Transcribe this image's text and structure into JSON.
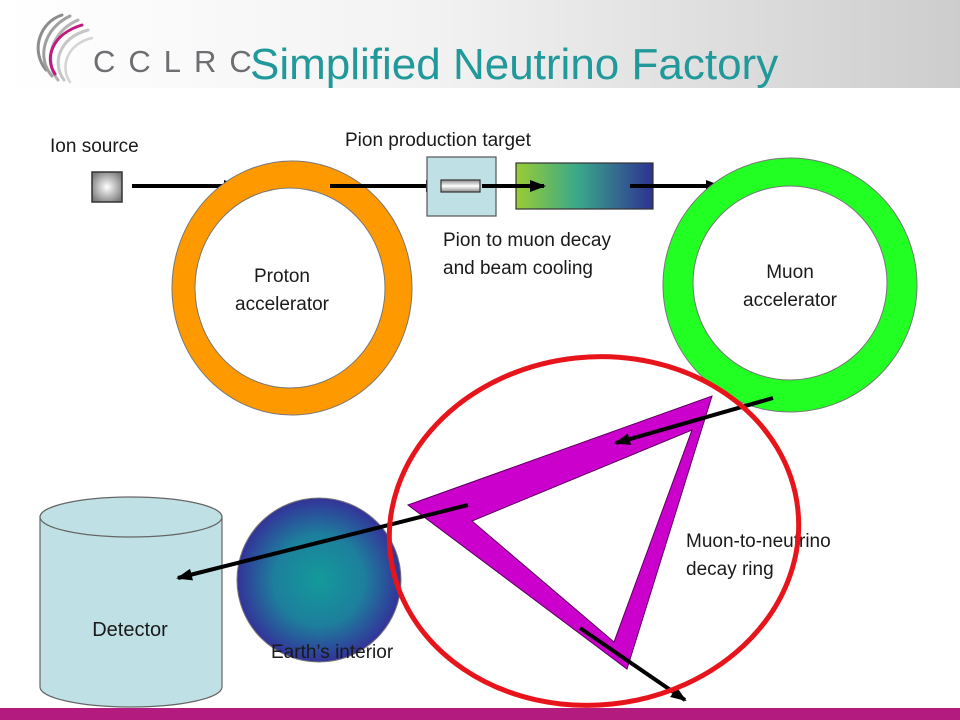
{
  "slide": {
    "title": "Simplified Neutrino Factory",
    "logo_text": "CCLRC"
  },
  "labels": {
    "ion_source": "Ion source",
    "pion_target": "Pion production target",
    "proton_accelerator": [
      "Proton",
      "accelerator"
    ],
    "decay_cooling": [
      "Pion to muon decay",
      "and beam cooling"
    ],
    "muon_accelerator": [
      "Muon",
      "accelerator"
    ],
    "decay_ring": [
      "Muon-to-neutrino",
      "decay ring"
    ],
    "detector": "Detector",
    "earth_interior": "Earth’s interior"
  },
  "colors": {
    "title": "#21999b",
    "proton_ring": "#ff9900",
    "muon_ring": "#22ff22",
    "decay_triangle": "#cc00cc",
    "highlight_ellipse": "#e8141b",
    "target_box": "#bfe0e4",
    "detector": "#bfe0e4",
    "cooling_start": "#99cc33",
    "cooling_end": "#2e3192",
    "earth_center": "#139a9a",
    "earth_edge": "#333399",
    "footer_bar": "#b31b7f"
  }
}
